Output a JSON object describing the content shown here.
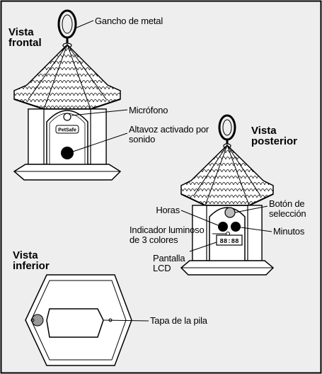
{
  "views": {
    "front": "Vista frontal",
    "back": "Vista posterior",
    "bottom": "Vista inferior"
  },
  "labels": {
    "metal_hook": "Gancho de metal",
    "microphone": "Micrófono",
    "speaker": "Altavoz activado por sonido",
    "select_button": "Botón de selección",
    "hours": "Horas",
    "minutes": "Minutos",
    "indicator": "Indicador luminoso de 3 colores",
    "lcd_screen": "Pantalla LCD",
    "battery_cover": "Tapa de la pila"
  },
  "front_logo": "PetSafe",
  "lcd_readout": "88:88",
  "colors": {
    "line": "#000000",
    "fill": "#ffffff",
    "background": "#eeeeee"
  }
}
